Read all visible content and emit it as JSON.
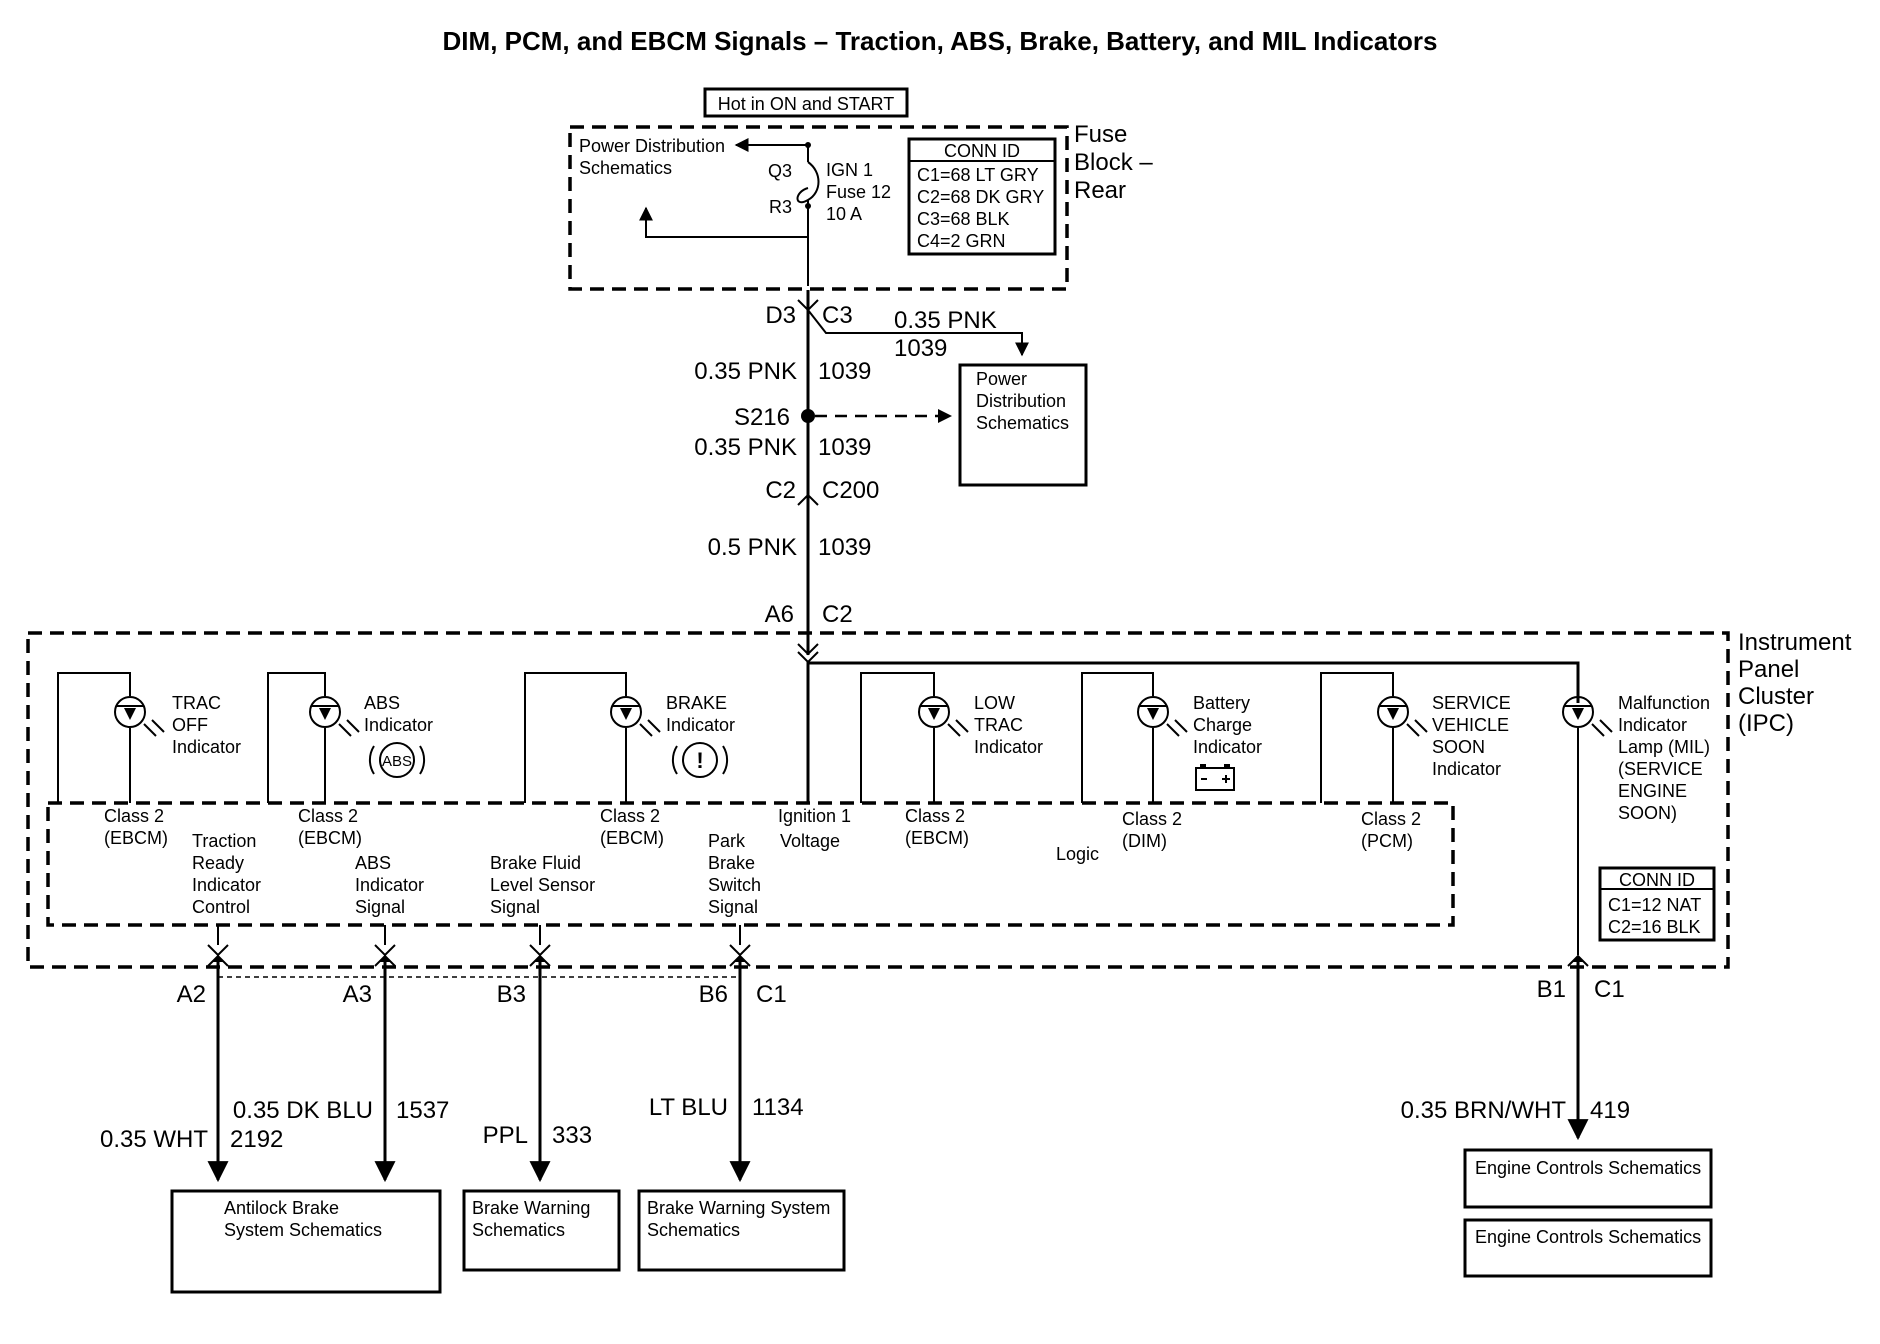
{
  "title": "DIM, PCM, and EBCM Signals – Traction, ABS, Brake, Battery, and MIL Indicators",
  "hot_label": "Hot in ON and START",
  "fuse_block": {
    "name": [
      "Fuse",
      "Block –",
      "Rear"
    ],
    "pd_ref": [
      "Power Distribution",
      "Schematics"
    ],
    "pin_in": "Q3",
    "pin_out": "R3",
    "fuse": [
      "IGN 1",
      "Fuse 12",
      "10 A"
    ],
    "conn_title": "CONN ID",
    "conn_rows": [
      "C1=68 LT GRY",
      "C2=68 DK GRY",
      "C3=68 BLK",
      "C4=2 GRN"
    ]
  },
  "upper_circuit": {
    "conn_d3": "D3",
    "conn_c3": "C3",
    "branch_gauge": "0.35 PNK",
    "branch_circuit": "1039",
    "gauge1": "0.35 PNK",
    "circuit1": "1039",
    "splice": "S216",
    "gauge2": "0.35 PNK",
    "circuit2": "1039",
    "conn_c2": "C2",
    "conn_c200": "C200",
    "gauge3": "0.5 PNK",
    "circuit3": "1039",
    "conn_a6": "A6",
    "conn_ipc_c2": "C2",
    "pd_box": [
      "Power",
      "Distribution",
      "Schematics"
    ]
  },
  "ipc": {
    "name": [
      "Instrument",
      "Panel",
      "Cluster",
      "(IPC)"
    ],
    "indicators": [
      [
        "TRAC",
        "OFF",
        "Indicator"
      ],
      [
        "ABS",
        "Indicator"
      ],
      [
        "BRAKE",
        "Indicator"
      ],
      [
        "LOW",
        "TRAC",
        "Indicator"
      ],
      [
        "Battery",
        "Charge",
        "Indicator"
      ],
      [
        "SERVICE",
        "VEHICLE",
        "SOON",
        "Indicator"
      ],
      [
        "Malfunction",
        "Indicator",
        "Lamp (MIL)",
        "(SERVICE",
        "ENGINE",
        "SOON)"
      ]
    ],
    "abs_symbol": "ABS",
    "brake_symbol": "!",
    "class2": [
      [
        "Class 2",
        "(EBCM)"
      ],
      [
        "Class 2",
        "(EBCM)"
      ],
      [
        "Class 2",
        "(EBCM)"
      ],
      [
        "Class 2",
        "(EBCM)"
      ],
      [
        "Class 2",
        "(DIM)"
      ],
      [
        "Class 2",
        "(PCM)"
      ]
    ],
    "inputs": [
      [
        "Traction",
        "Ready",
        "Indicator",
        "Control"
      ],
      [
        "ABS",
        "Indicator",
        "Signal"
      ],
      [
        "Brake Fluid",
        "Level Sensor",
        "Signal"
      ],
      [
        "Park",
        "Brake",
        "Switch",
        "Signal"
      ],
      [
        "Ignition 1",
        "Voltage"
      ]
    ],
    "logic": "Logic",
    "conn_title": "CONN ID",
    "conn_rows": [
      "C1=12 NAT",
      "C2=16 BLK"
    ]
  },
  "bottom_pins": {
    "a2": "A2",
    "a3": "A3",
    "b3": "B3",
    "b6": "B6",
    "c1_left": "C1",
    "b1": "B1",
    "c1_right": "C1"
  },
  "bottom_wires": [
    {
      "gauge": "0.35 WHT",
      "circuit": "2192"
    },
    {
      "gauge": "0.35 DK BLU",
      "circuit": "1537"
    },
    {
      "gauge": "PPL",
      "circuit": "333"
    },
    {
      "gauge": "LT BLU",
      "circuit": "1134"
    },
    {
      "gauge": "0.35 BRN/WHT",
      "circuit": "419"
    }
  ],
  "bottom_boxes": [
    [
      "Antilock Brake",
      "System Schematics"
    ],
    [
      "Brake Warning",
      "Schematics"
    ],
    [
      "Brake Warning System",
      "Schematics"
    ],
    [
      "Engine Controls Schematics"
    ],
    [
      "Engine Controls Schematics"
    ]
  ]
}
